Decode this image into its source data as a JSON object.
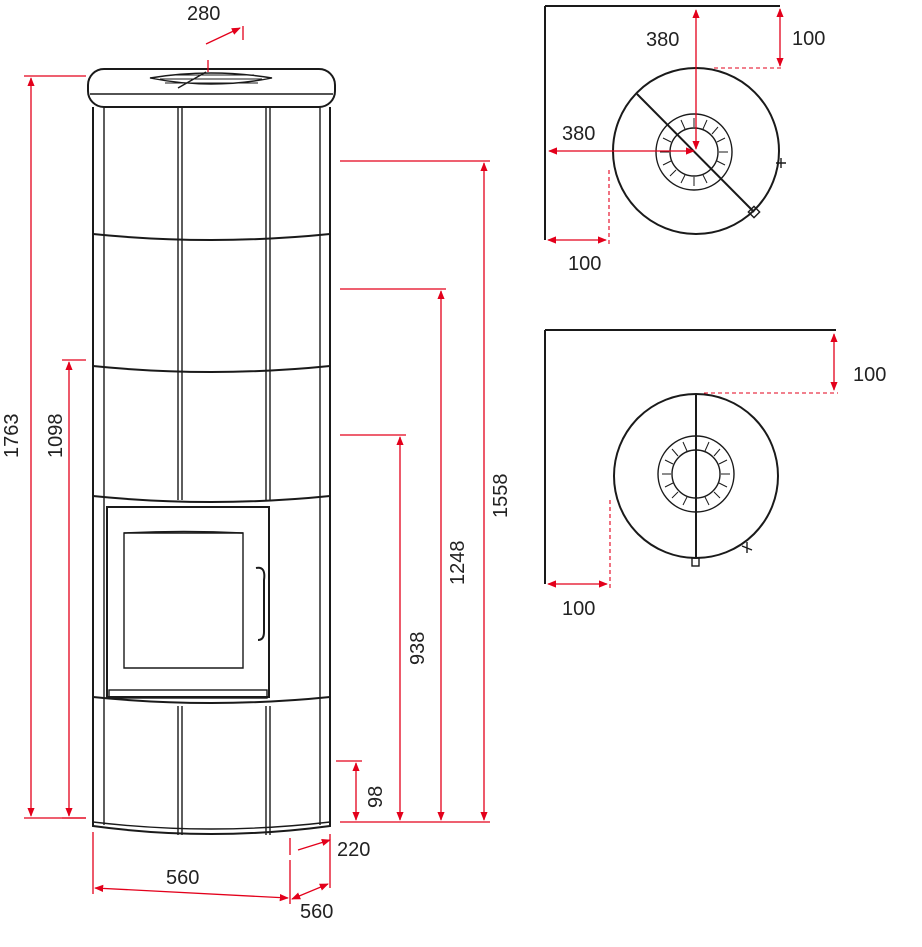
{
  "diagram": {
    "title": "",
    "colors": {
      "dimension": "#e3001b",
      "outline": "#1a1a1a",
      "text": "#222222",
      "background": "#ffffff"
    },
    "dimensions": {
      "outlet_diameter": "280",
      "total_height": "1763",
      "inlet_height": "1098",
      "upper_connection_height": "1558",
      "middle_connection_height": "1248",
      "lower_connection_height": "938",
      "air_inlet_height": "98",
      "base_depth": "220",
      "width_front": "560",
      "width_side": "560"
    },
    "corner_view": {
      "wall_offset_x": "380",
      "wall_offset_y": "380",
      "side_clearance": "100",
      "rear_clearance": "100"
    },
    "wall_view": {
      "rear_clearance": "100",
      "side_clearance": "100"
    }
  }
}
